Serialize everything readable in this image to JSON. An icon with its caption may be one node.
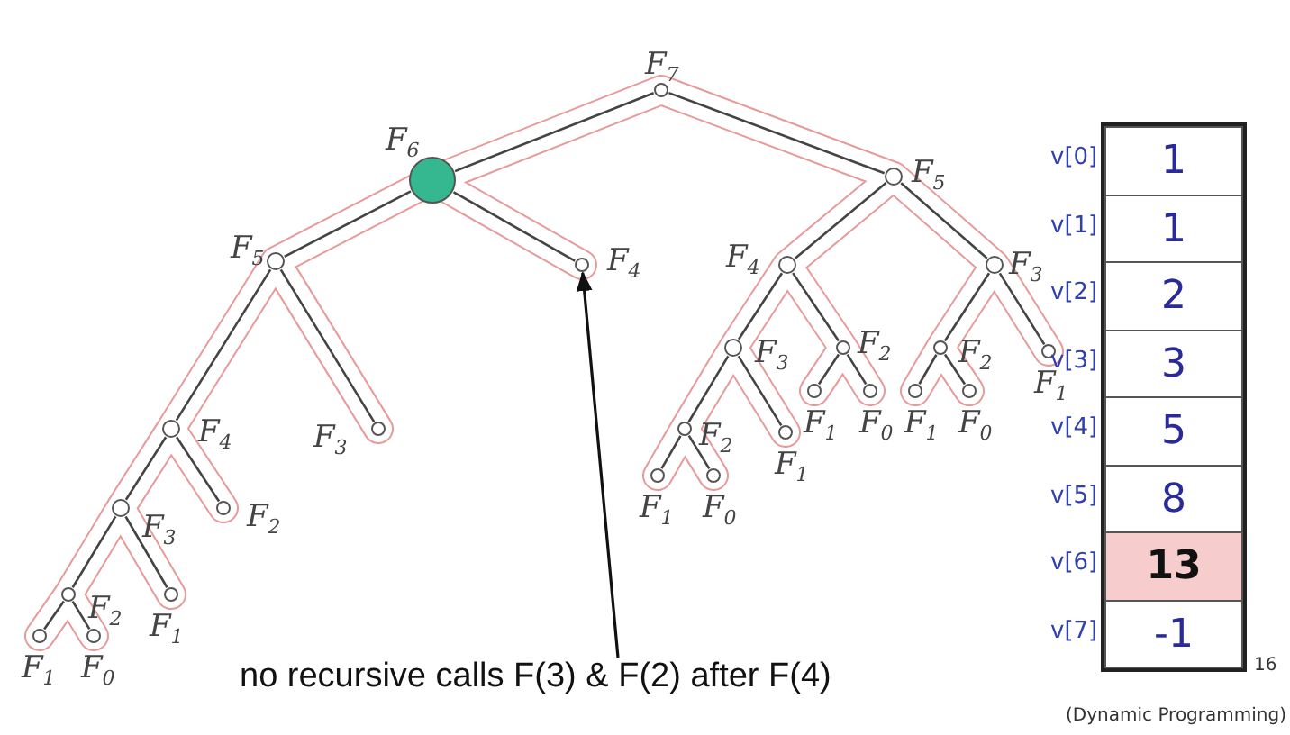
{
  "diagram": {
    "nodes": [
      {
        "text": [
          "F$_{7}$"
        ]
      },
      {
        "text": [
          "F$_{6}$"
        ]
      },
      {
        "text": [
          "F$_{5}$"
        ]
      },
      {
        "text": [
          "F$_{4}$"
        ]
      },
      {
        "text": [
          "F$_{4}$"
        ]
      },
      {
        "text": [
          "F$_{3}$"
        ]
      },
      {
        "text": [
          "F$_{3}$"
        ]
      },
      {
        "text": [
          "F$_{2}$"
        ]
      },
      {
        "text": [
          "F$_{2}$"
        ]
      },
      {
        "text": [
          "F$_{1}$"
        ]
      },
      {
        "text": [
          "F$_{1}$"
        ]
      },
      {
        "text": [
          "F$_{0}$"
        ]
      },
      {
        "text": [
          "F$_{5}$"
        ]
      },
      {
        "text": [
          "F$_{4}$"
        ]
      },
      {
        "text": [
          "F$_{3}$"
        ]
      },
      {
        "text": [
          "F$_{3}$"
        ]
      },
      {
        "text": [
          "F$_{2}$"
        ]
      },
      {
        "text": [
          "F$_{2}$"
        ]
      },
      {
        "text": [
          "F$_{1}$"
        ]
      },
      {
        "text": [
          "F$_{1}$"
        ]
      },
      {
        "text": [
          "F$_{0}$"
        ]
      },
      {
        "text": [
          "F$_{2}$"
        ]
      },
      {
        "text": [
          "F$_{1}$"
        ]
      },
      {
        "text": [
          "F$_{1}$"
        ]
      },
      {
        "text": [
          "F$_{0}$"
        ]
      },
      {
        "text": [
          "F$_{1}$"
        ]
      },
      {
        "text": [
          "F$_{0}$"
        ]
      },
      {
        "text": [
          "no recursive calls F(3) & F(2) after F(4)"
        ]
      }
    ],
    "edges": [
      {
        "from": 0,
        "to": 1,
        "arrow": "none"
      },
      {
        "from": 0,
        "to": 12,
        "arrow": "none"
      },
      {
        "from": 1,
        "to": 2,
        "arrow": "none"
      },
      {
        "from": 1,
        "to": 3,
        "arrow": "none"
      },
      {
        "from": 2,
        "to": 4,
        "arrow": "none"
      },
      {
        "from": 2,
        "to": 5,
        "arrow": "none"
      },
      {
        "from": 4,
        "to": 6,
        "arrow": "none"
      },
      {
        "from": 4,
        "to": 7,
        "arrow": "none"
      },
      {
        "from": 6,
        "to": 8,
        "arrow": "none"
      },
      {
        "from": 6,
        "to": 9,
        "arrow": "none"
      },
      {
        "from": 8,
        "to": 10,
        "arrow": "none"
      },
      {
        "from": 8,
        "to": 11,
        "arrow": "none"
      },
      {
        "from": 12,
        "to": 13,
        "arrow": "none"
      },
      {
        "from": 12,
        "to": 14,
        "arrow": "none"
      },
      {
        "from": 13,
        "to": 15,
        "arrow": "none"
      },
      {
        "from": 13,
        "to": 16,
        "arrow": "none"
      },
      {
        "from": 15,
        "to": 17,
        "arrow": "none"
      },
      {
        "from": 15,
        "to": 18,
        "arrow": "none"
      },
      {
        "from": 16,
        "to": 19,
        "arrow": "none"
      },
      {
        "from": 16,
        "to": 20,
        "arrow": "none"
      },
      {
        "from": 14,
        "to": 21,
        "arrow": "none"
      },
      {
        "from": 14,
        "to": 22,
        "arrow": "none"
      },
      {
        "from": 17,
        "to": 23,
        "arrow": "none"
      },
      {
        "from": 17,
        "to": 24,
        "arrow": "none"
      },
      {
        "from": 21,
        "to": 25,
        "arrow": "none"
      },
      {
        "from": 21,
        "to": 26,
        "arrow": "none"
      },
      {
        "from": 27,
        "to": 3,
        "arrow": "to"
      }
    ],
    "labels": [
      "v[0]",
      "1",
      "v[1]",
      "1",
      "v[2]",
      "2",
      "v[3]",
      "3",
      "v[4]",
      "5",
      "v[5]",
      "8",
      "v[6]",
      "13",
      "v[7]",
      "-1",
      "16",
      "(Dynamic Programming)"
    ]
  }
}
